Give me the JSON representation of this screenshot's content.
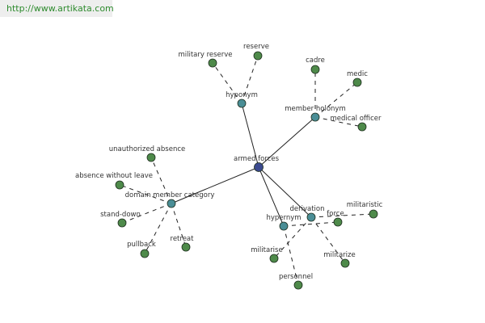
{
  "header": {
    "url": "http://www.artikata.com"
  },
  "colors": {
    "center": "#3b4a8f",
    "relation": "#4a8e96",
    "leaf": "#4e8a4a",
    "edge": "#222222"
  },
  "graph": {
    "center": {
      "id": "armed_forces",
      "label": "armed forces"
    },
    "relations": [
      {
        "id": "hyponym",
        "label": "hyponym"
      },
      {
        "id": "member_holonym",
        "label": "member holonym"
      },
      {
        "id": "domain_member_category",
        "label": "domain member category"
      },
      {
        "id": "hypernym",
        "label": "hypernym"
      },
      {
        "id": "derivation",
        "label": "derivation"
      }
    ],
    "leaves": [
      {
        "id": "military_reserve",
        "label": "military reserve",
        "parent": "hyponym"
      },
      {
        "id": "reserve",
        "label": "reserve",
        "parent": "hyponym"
      },
      {
        "id": "cadre",
        "label": "cadre",
        "parent": "member_holonym"
      },
      {
        "id": "medic",
        "label": "medic",
        "parent": "member_holonym"
      },
      {
        "id": "medical_officer",
        "label": "medical officer",
        "parent": "member_holonym"
      },
      {
        "id": "unauthorized_absence",
        "label": "unauthorized absence",
        "parent": "domain_member_category"
      },
      {
        "id": "absence_without_leave",
        "label": "absence without leave",
        "parent": "domain_member_category"
      },
      {
        "id": "stand_down",
        "label": "stand-down",
        "parent": "domain_member_category"
      },
      {
        "id": "pullback",
        "label": "pullback",
        "parent": "domain_member_category"
      },
      {
        "id": "retreat",
        "label": "retreat",
        "parent": "domain_member_category"
      },
      {
        "id": "personnel",
        "label": "personnel",
        "parent": "hypernym"
      },
      {
        "id": "force",
        "label": "force",
        "parent": "hypernym"
      },
      {
        "id": "militaristic",
        "label": "militaristic",
        "parent": "derivation"
      },
      {
        "id": "militarise",
        "label": "militarise",
        "parent": "derivation"
      },
      {
        "id": "militarize",
        "label": "militarize",
        "parent": "derivation"
      }
    ]
  }
}
